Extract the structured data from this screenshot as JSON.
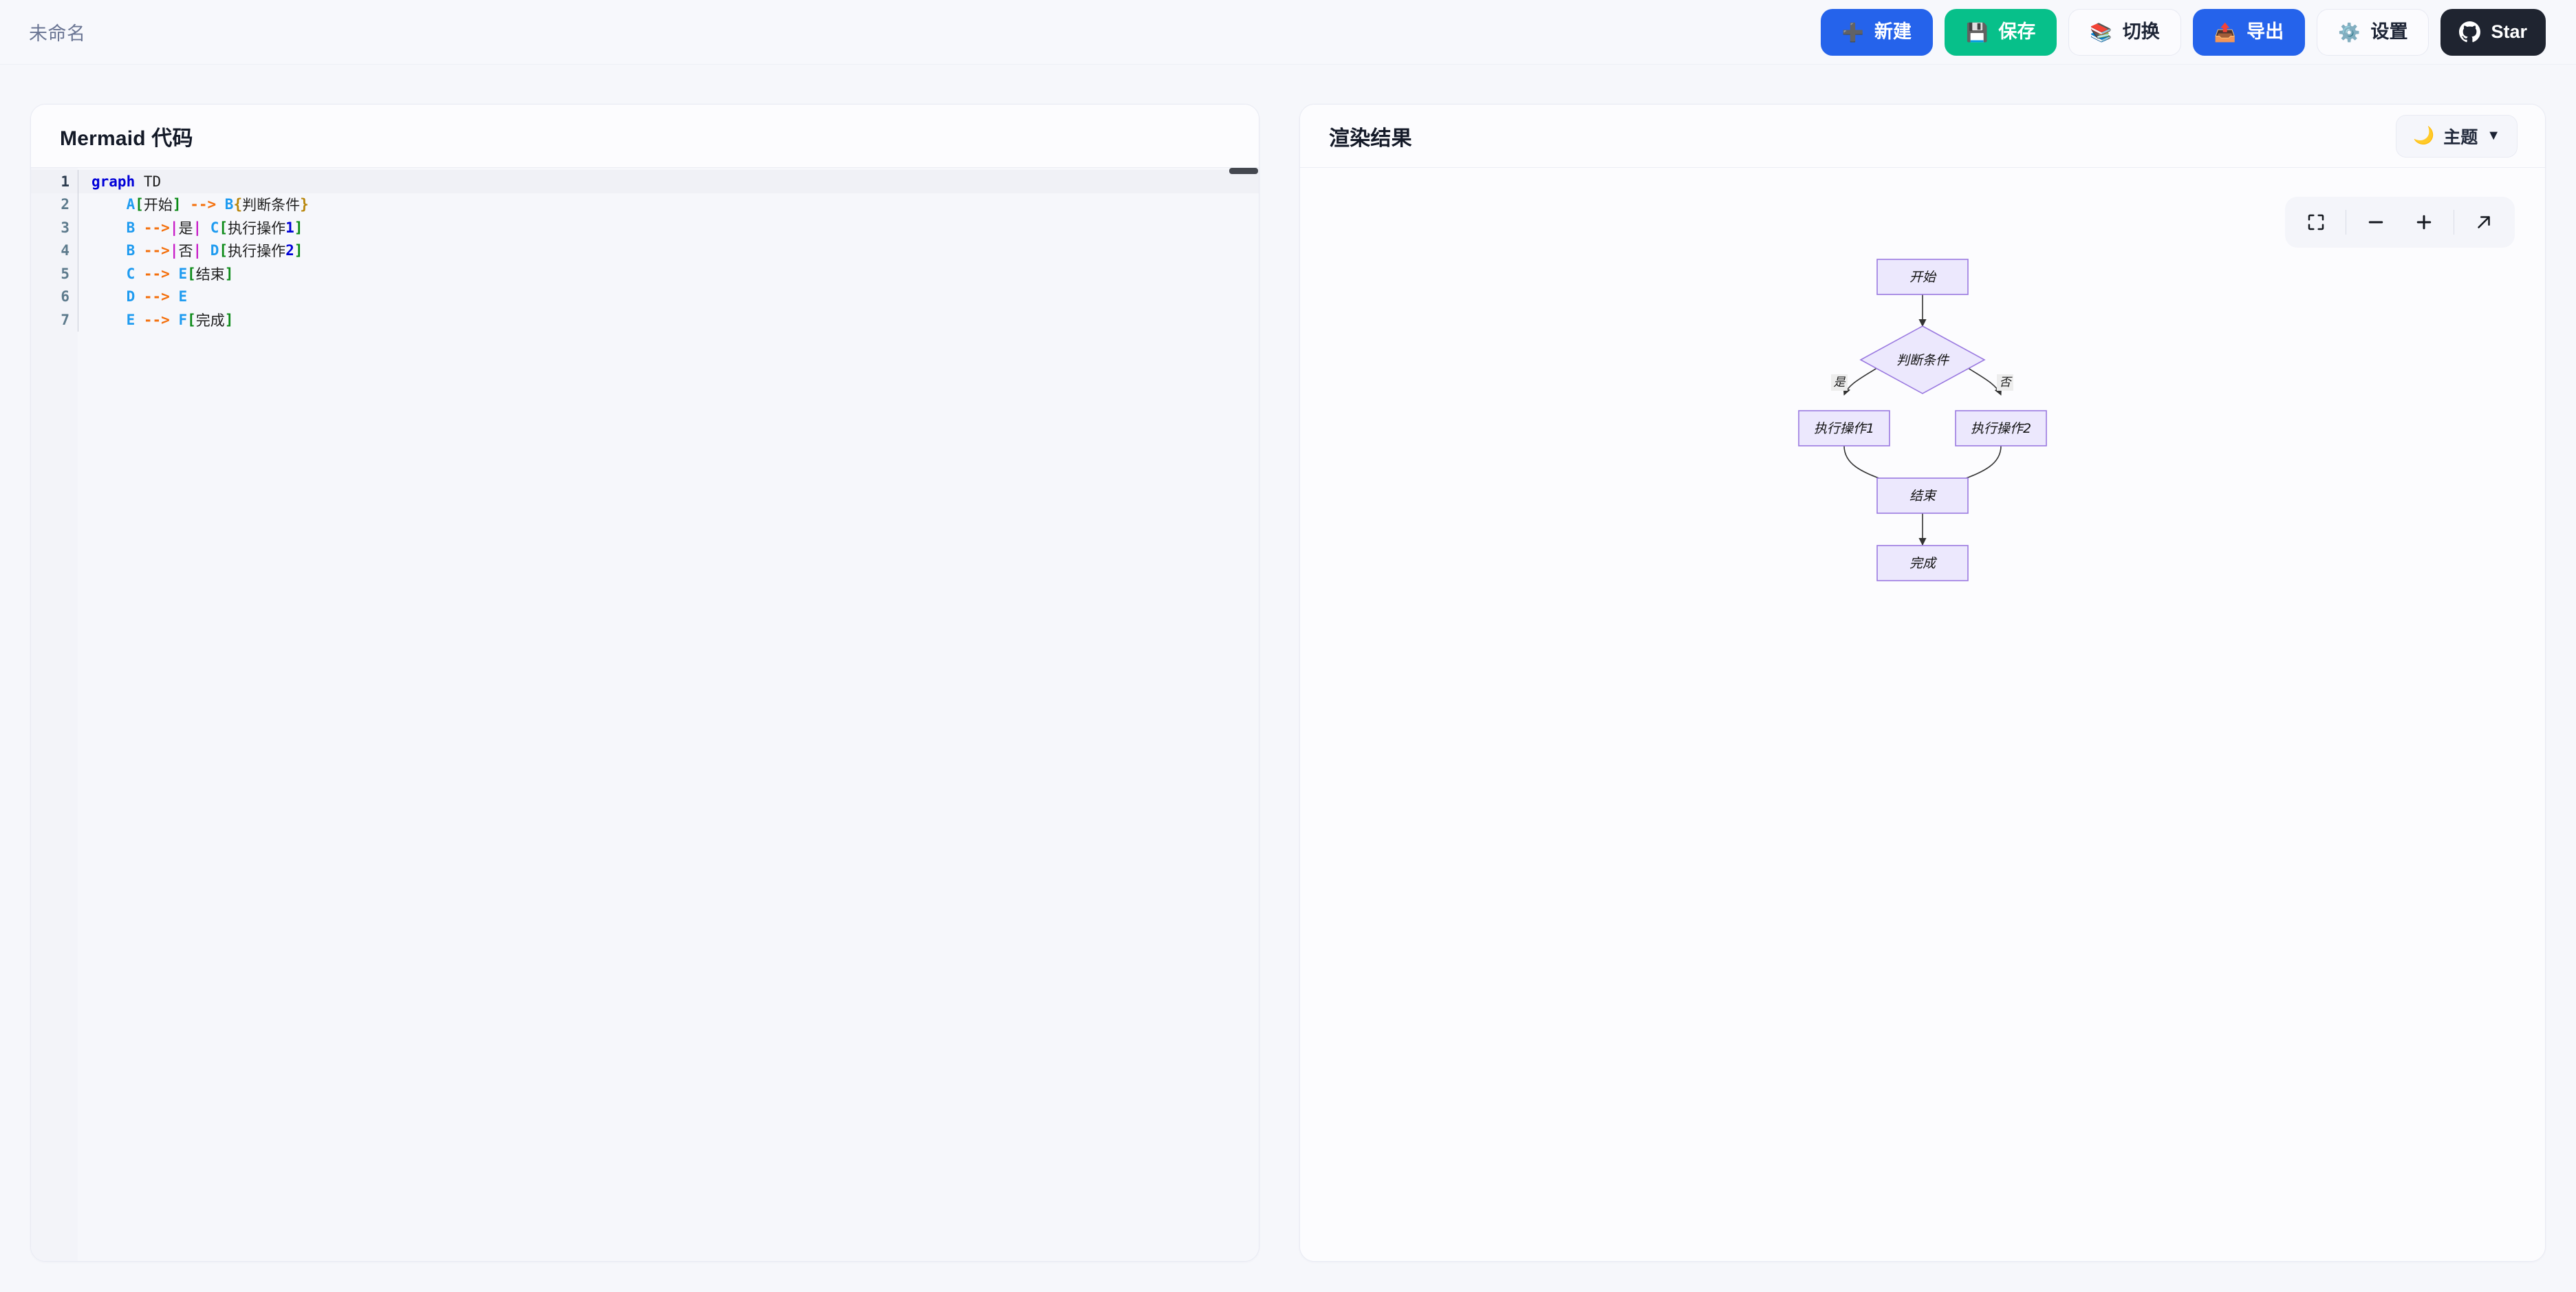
{
  "header": {
    "doc_title": "未命名",
    "buttons": [
      {
        "label": "新建",
        "icon": "plus-icon",
        "glyph": "➕",
        "style": "primary"
      },
      {
        "label": "保存",
        "icon": "floppy-disk-icon",
        "glyph": "💾",
        "style": "success"
      },
      {
        "label": "切换",
        "icon": "books-icon",
        "glyph": "📚",
        "style": "ghost"
      },
      {
        "label": "导出",
        "icon": "outbox-tray-icon",
        "glyph": "📤",
        "style": "primary"
      },
      {
        "label": "设置",
        "icon": "gear-icon",
        "glyph": "⚙️",
        "style": "ghost"
      },
      {
        "label": "Star",
        "icon": "github-icon",
        "glyph": "",
        "style": "dark"
      }
    ]
  },
  "editor_panel": {
    "title": "Mermaid 代码",
    "active_line": 1,
    "lines": [
      {
        "n": "1",
        "tokens": [
          {
            "t": "graph",
            "c": "kw"
          },
          {
            "t": " ",
            "c": "plain"
          },
          {
            "t": "TD",
            "c": "plain"
          }
        ]
      },
      {
        "n": "2",
        "tokens": [
          {
            "t": "    ",
            "c": "plain"
          },
          {
            "t": "A",
            "c": "node"
          },
          {
            "t": "[",
            "c": "brk"
          },
          {
            "t": "开始",
            "c": "txt"
          },
          {
            "t": "]",
            "c": "brk"
          },
          {
            "t": " ",
            "c": "plain"
          },
          {
            "t": "-->",
            "c": "arr"
          },
          {
            "t": " ",
            "c": "plain"
          },
          {
            "t": "B",
            "c": "node"
          },
          {
            "t": "{",
            "c": "brc"
          },
          {
            "t": "判断条件",
            "c": "txt"
          },
          {
            "t": "}",
            "c": "brc"
          }
        ]
      },
      {
        "n": "3",
        "tokens": [
          {
            "t": "    ",
            "c": "plain"
          },
          {
            "t": "B",
            "c": "node"
          },
          {
            "t": " ",
            "c": "plain"
          },
          {
            "t": "-->",
            "c": "arr"
          },
          {
            "t": "|",
            "c": "pipe"
          },
          {
            "t": "是",
            "c": "txt"
          },
          {
            "t": "|",
            "c": "pipe"
          },
          {
            "t": " ",
            "c": "plain"
          },
          {
            "t": "C",
            "c": "node"
          },
          {
            "t": "[",
            "c": "brk"
          },
          {
            "t": "执行操作",
            "c": "txt"
          },
          {
            "t": "1",
            "c": "num"
          },
          {
            "t": "]",
            "c": "brk"
          }
        ]
      },
      {
        "n": "4",
        "tokens": [
          {
            "t": "    ",
            "c": "plain"
          },
          {
            "t": "B",
            "c": "node"
          },
          {
            "t": " ",
            "c": "plain"
          },
          {
            "t": "-->",
            "c": "arr"
          },
          {
            "t": "|",
            "c": "pipe"
          },
          {
            "t": "否",
            "c": "txt"
          },
          {
            "t": "|",
            "c": "pipe"
          },
          {
            "t": " ",
            "c": "plain"
          },
          {
            "t": "D",
            "c": "node"
          },
          {
            "t": "[",
            "c": "brk"
          },
          {
            "t": "执行操作",
            "c": "txt"
          },
          {
            "t": "2",
            "c": "num"
          },
          {
            "t": "]",
            "c": "brk"
          }
        ]
      },
      {
        "n": "5",
        "tokens": [
          {
            "t": "    ",
            "c": "plain"
          },
          {
            "t": "C",
            "c": "node"
          },
          {
            "t": " ",
            "c": "plain"
          },
          {
            "t": "-->",
            "c": "arr"
          },
          {
            "t": " ",
            "c": "plain"
          },
          {
            "t": "E",
            "c": "node"
          },
          {
            "t": "[",
            "c": "brk"
          },
          {
            "t": "结束",
            "c": "txt"
          },
          {
            "t": "]",
            "c": "brk"
          }
        ]
      },
      {
        "n": "6",
        "tokens": [
          {
            "t": "    ",
            "c": "plain"
          },
          {
            "t": "D",
            "c": "node"
          },
          {
            "t": " ",
            "c": "plain"
          },
          {
            "t": "-->",
            "c": "arr"
          },
          {
            "t": " ",
            "c": "plain"
          },
          {
            "t": "E",
            "c": "node"
          }
        ]
      },
      {
        "n": "7",
        "tokens": [
          {
            "t": "    ",
            "c": "plain"
          },
          {
            "t": "E",
            "c": "node"
          },
          {
            "t": " ",
            "c": "plain"
          },
          {
            "t": "-->",
            "c": "arr"
          },
          {
            "t": " ",
            "c": "plain"
          },
          {
            "t": "F",
            "c": "node"
          },
          {
            "t": "[",
            "c": "brk"
          },
          {
            "t": "完成",
            "c": "txt"
          },
          {
            "t": "]",
            "c": "brk"
          }
        ]
      }
    ]
  },
  "preview_panel": {
    "title": "渲染结果",
    "theme_button": {
      "label": "主题",
      "icon": "crescent-moon-icon",
      "glyph": "🌙",
      "caret": "▼"
    },
    "zoom_controls": [
      {
        "name": "fit-to-screen-button",
        "icon": "fit-screen-icon"
      },
      {
        "name": "zoom-out-button",
        "icon": "minus-icon"
      },
      {
        "name": "zoom-in-button",
        "icon": "plus-icon"
      },
      {
        "name": "open-external-button",
        "icon": "arrow-up-right-icon"
      }
    ]
  },
  "diagram": {
    "type": "flowchart",
    "direction": "TD",
    "node_fill": "#ECE8FD",
    "node_stroke": "#9A79E0",
    "edge_color": "#333333",
    "nodes": [
      {
        "id": "A",
        "label": "开始",
        "shape": "rect"
      },
      {
        "id": "B",
        "label": "判断条件",
        "shape": "diamond"
      },
      {
        "id": "C",
        "label": "执行操作1",
        "shape": "rect"
      },
      {
        "id": "D",
        "label": "执行操作2",
        "shape": "rect"
      },
      {
        "id": "E",
        "label": "结束",
        "shape": "rect"
      },
      {
        "id": "F",
        "label": "完成",
        "shape": "rect"
      }
    ],
    "edges": [
      {
        "from": "A",
        "to": "B",
        "label": ""
      },
      {
        "from": "B",
        "to": "C",
        "label": "是"
      },
      {
        "from": "B",
        "to": "D",
        "label": "否"
      },
      {
        "from": "C",
        "to": "E",
        "label": ""
      },
      {
        "from": "D",
        "to": "E",
        "label": ""
      },
      {
        "from": "E",
        "to": "F",
        "label": ""
      }
    ]
  }
}
